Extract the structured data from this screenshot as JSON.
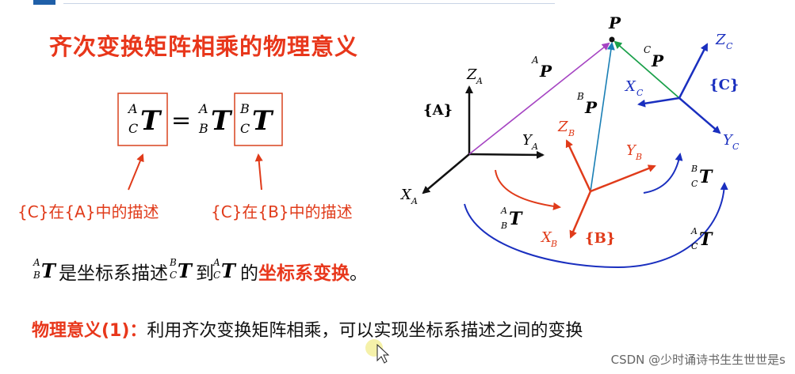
{
  "title": "齐次变换矩阵相乘的物理意义",
  "equation": {
    "lhs_sup": "A",
    "lhs_sub": "C",
    "letter": "T",
    "equals": "=",
    "r1_sup": "A",
    "r1_sub": "B",
    "r2_sup": "B",
    "r2_sub": "C"
  },
  "captions": {
    "left": "{C}在{A}中的描述",
    "right": "{C}在{B}中的描述"
  },
  "line1": {
    "t1_sup": "A",
    "t1_sub": "B",
    "letter": "T",
    "text1": "是坐标系描述",
    "t2_sup": "B",
    "t2_sub": "C",
    "text2": "到",
    "t3_sup": "A",
    "t3_sub": "C",
    "text3": "的",
    "highlight": "坐标系变换",
    "end": "。"
  },
  "line2": {
    "label": "物理意义(1)：",
    "text": "利用齐次变换矩阵相乘，可以实现坐标系描述之间的变换"
  },
  "diagram": {
    "point": "P",
    "frame_a": {
      "name": "{A}",
      "z": "Z",
      "y": "Y",
      "x": "X",
      "sub": "A"
    },
    "frame_b": {
      "name": "{B}",
      "z": "Z",
      "y": "Y",
      "x": "X",
      "sub": "B"
    },
    "frame_c": {
      "name": "{C}",
      "z": "Z",
      "y": "Y",
      "x": "X",
      "sub": "C"
    },
    "vec_ap": {
      "sup": "A",
      "letter": "P"
    },
    "vec_bp": {
      "sup": "B",
      "letter": "P"
    },
    "vec_cp": {
      "sup": "C",
      "letter": "P"
    },
    "t_ab": {
      "sup": "A",
      "sub": "B",
      "letter": "T"
    },
    "t_bc": {
      "sup": "B",
      "sub": "C",
      "letter": "T"
    },
    "t_ac": {
      "sup": "A",
      "sub": "C",
      "letter": "T"
    }
  },
  "watermark": "CSDN @少时诵诗书生生世世是s",
  "colors": {
    "red": "#e8371b",
    "blue": "#1a2fbf",
    "black": "#111111",
    "purple": "#a543c2",
    "teal": "#1a7fb5",
    "green": "#1aa04a"
  }
}
